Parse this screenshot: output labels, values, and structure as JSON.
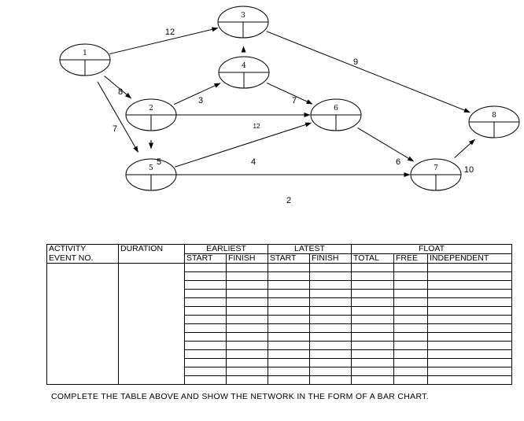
{
  "network": {
    "nodes": [
      {
        "id": "1",
        "label": "1"
      },
      {
        "id": "2",
        "label": "2"
      },
      {
        "id": "3",
        "label": "3"
      },
      {
        "id": "4",
        "label": "4"
      },
      {
        "id": "5",
        "label": "5"
      },
      {
        "id": "6",
        "label": "6"
      },
      {
        "id": "7",
        "label": "7"
      },
      {
        "id": "8",
        "label": "8"
      }
    ],
    "edges": [
      {
        "from": "1",
        "to": "3",
        "label": "12"
      },
      {
        "from": "1",
        "to": "2",
        "label": "8"
      },
      {
        "from": "1",
        "to": "5",
        "label": "7"
      },
      {
        "from": "3",
        "to": "4",
        "label": ""
      },
      {
        "from": "3",
        "to": "8",
        "label": "9"
      },
      {
        "from": "2",
        "to": "4",
        "label": "3"
      },
      {
        "from": "2",
        "to": "6",
        "label": "12"
      },
      {
        "from": "2",
        "to": "5",
        "label": "5"
      },
      {
        "from": "4",
        "to": "6",
        "label": "7"
      },
      {
        "from": "5",
        "to": "6",
        "label": "4"
      },
      {
        "from": "5",
        "to": "7",
        "label": "2"
      },
      {
        "from": "6",
        "to": "7",
        "label": "6"
      },
      {
        "from": "7",
        "to": "8",
        "label": "10"
      }
    ]
  },
  "table": {
    "headers": {
      "activity_line1": "ACTIVITY",
      "activity_line2": "EVENT NO.",
      "duration": "DURATION",
      "earliest": "EARLIEST",
      "latest": "LATEST",
      "float": "FLOAT",
      "start": "START",
      "finish": "FINISH",
      "total": "TOTAL",
      "free": "FREE",
      "independent": "INDEPENDENT"
    },
    "empty_rows": 14
  },
  "instruction": "COMPLETE THE TABLE ABOVE AND SHOW THE NETWORK IN THE FORM OF A BAR CHART."
}
